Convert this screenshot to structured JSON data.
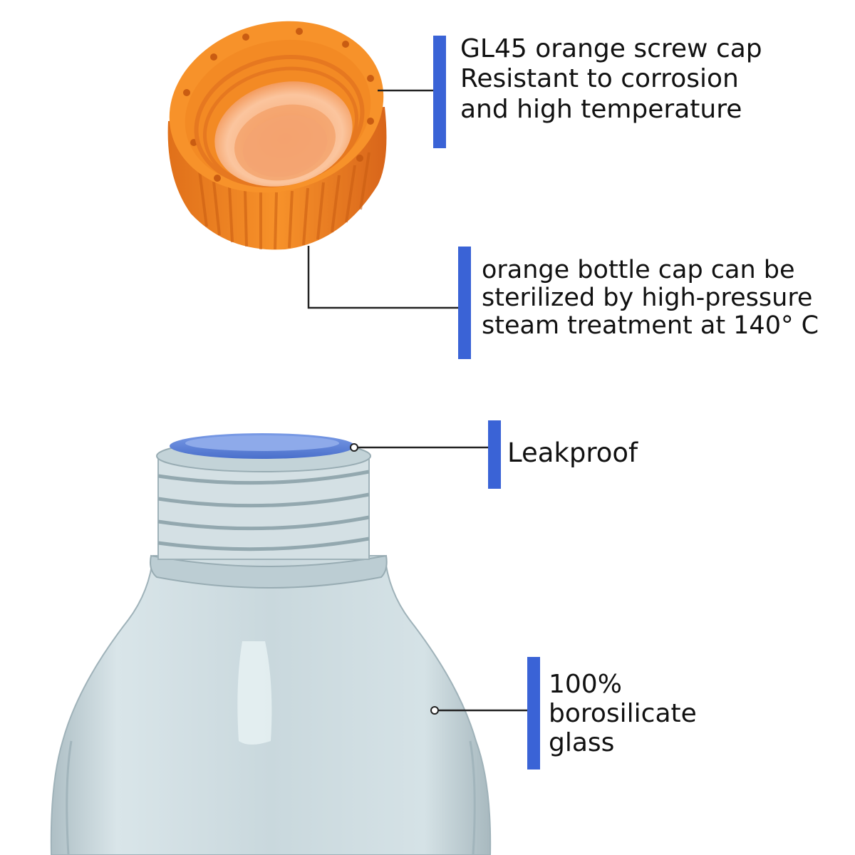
{
  "colors": {
    "accent_bar": "#3a63d6",
    "cap_orange": "#f58a1f",
    "seal_blue": "#5b82d9",
    "glass": "#cfdde3",
    "leader_line": "#222222"
  },
  "callouts": {
    "cap": {
      "lines": [
        "GL45 orange screw cap",
        "Resistant to corrosion",
        "and high temperature"
      ]
    },
    "sterilize": {
      "lines": [
        "orange bottle cap can be",
        "sterilized by high-pressure",
        "steam treatment at 140° C"
      ]
    },
    "leakproof": {
      "lines": [
        "Leakproof"
      ]
    },
    "glass": {
      "lines": [
        "100%",
        "borosilicate",
        "glass"
      ]
    }
  },
  "illustration": {
    "cap": "orange-screw-cap-image",
    "bottle": "glass-bottle-image"
  }
}
